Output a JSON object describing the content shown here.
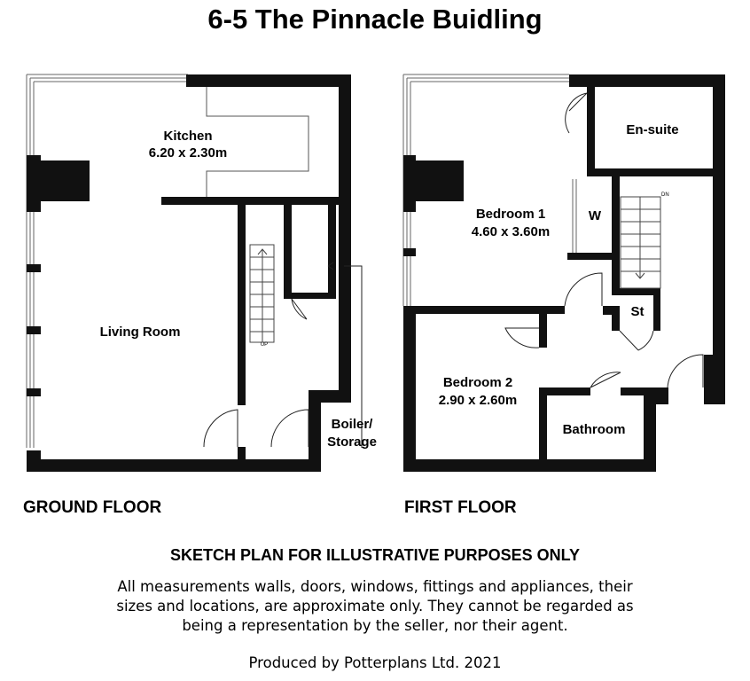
{
  "title": "6-5 The Pinnacle Buidling",
  "ground_floor": {
    "label": "GROUND FLOOR",
    "rooms": {
      "kitchen": {
        "name": "Kitchen",
        "size": "6.20 x 2.30m"
      },
      "living_room": {
        "name": "Living Room"
      },
      "boiler_storage": {
        "line1": "Boiler/",
        "line2": "Storage"
      }
    },
    "stairs_label": "UP"
  },
  "first_floor": {
    "label": "FIRST FLOOR",
    "rooms": {
      "ensuite": {
        "name": "En-suite"
      },
      "bedroom1": {
        "name": "Bedroom 1",
        "size": "4.60 x 3.60m"
      },
      "wardrobe": {
        "name": "W"
      },
      "store": {
        "name": "St"
      },
      "bedroom2": {
        "name": "Bedroom 2",
        "size": "2.90 x 2.60m"
      },
      "bathroom": {
        "name": "Bathroom"
      }
    },
    "stairs_label": "DN"
  },
  "notice": {
    "heading": "SKETCH PLAN FOR ILLUSTRATIVE PURPOSES ONLY",
    "lines": [
      "All measurements walls, doors, windows, fittings and appliances, their",
      "sizes and locations, are approximate only. They cannot be regarded as",
      "being a representation by the seller, nor their agent."
    ]
  },
  "producer": "Produced by Potterplans Ltd. 2021"
}
